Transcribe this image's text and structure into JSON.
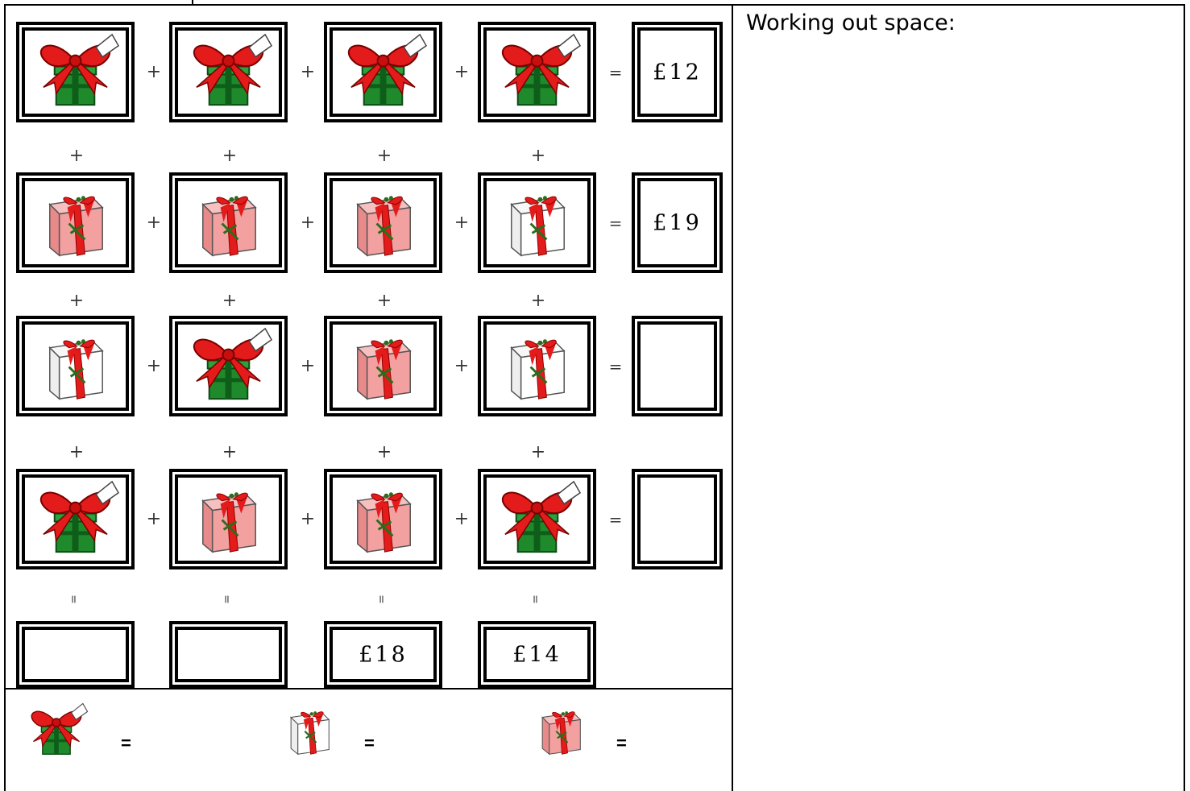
{
  "grid": {
    "rows": [
      {
        "items": [
          "green-gift-icon",
          "green-gift-icon",
          "green-gift-icon",
          "green-gift-icon"
        ],
        "ops": [
          "+",
          "+",
          "+"
        ],
        "eq": "=",
        "total": "£12"
      },
      {
        "items": [
          "pink-gift-icon",
          "pink-gift-icon",
          "pink-gift-icon",
          "white-gift-icon"
        ],
        "ops": [
          "+",
          "+",
          "+"
        ],
        "eq": "=",
        "total": "£19"
      },
      {
        "items": [
          "white-gift-icon",
          "green-gift-icon",
          "pink-gift-icon",
          "white-gift-icon"
        ],
        "ops": [
          "+",
          "+",
          "+"
        ],
        "eq": "=",
        "total": ""
      },
      {
        "items": [
          "green-gift-icon",
          "pink-gift-icon",
          "pink-gift-icon",
          "green-gift-icon"
        ],
        "ops": [
          "+",
          "+",
          "+"
        ],
        "eq": "=",
        "total": ""
      }
    ],
    "vertical_ops": [
      "+",
      "+",
      "+",
      "+"
    ],
    "column_eq": "=",
    "column_totals": [
      "",
      "",
      "£18",
      "£14"
    ]
  },
  "key": {
    "items": [
      {
        "icon": "green-gift-icon",
        "eq": "="
      },
      {
        "icon": "white-gift-icon",
        "eq": "="
      },
      {
        "icon": "pink-gift-icon",
        "eq": "="
      }
    ]
  },
  "working": {
    "title": "Working out space:"
  },
  "colors": {
    "green": "#1f8a2c",
    "red": "#e31b1b",
    "pink": "#f2a0a0",
    "white_box": "#ffffff"
  }
}
